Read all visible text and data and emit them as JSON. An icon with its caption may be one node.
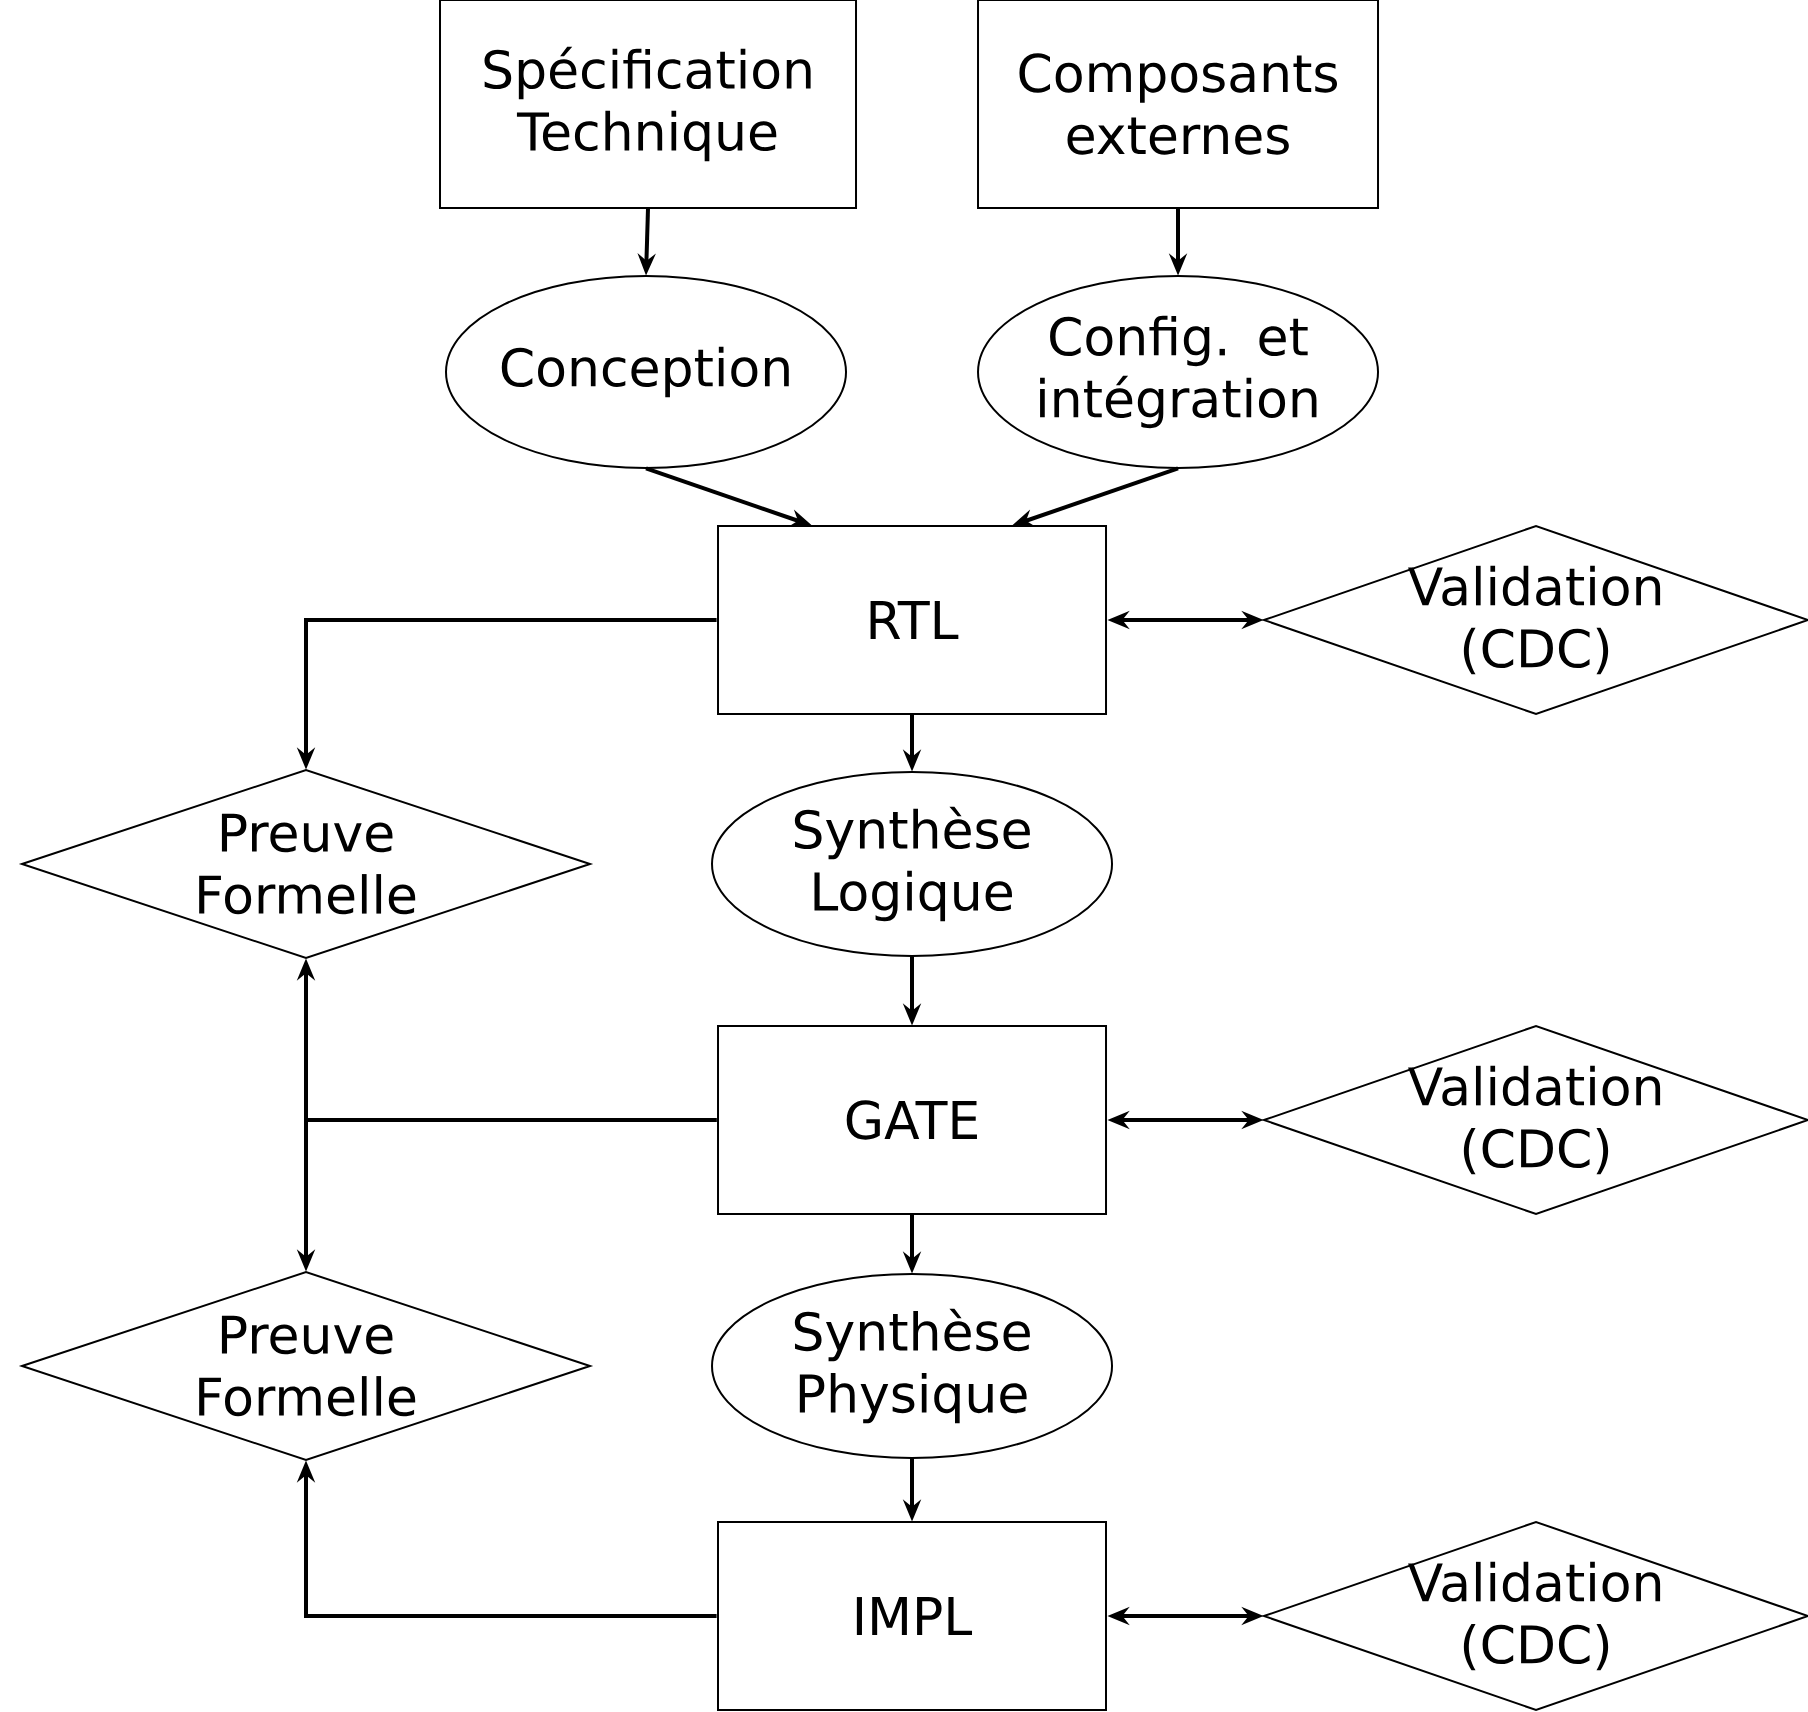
{
  "diagram": {
    "nodes": [
      {
        "text": [
          "Spécification Technique"
        ]
      },
      {
        "text": [
          "Composants externes"
        ]
      },
      {
        "text": [
          "Conception"
        ]
      },
      {
        "text": [
          "Config. et intégration"
        ]
      },
      {
        "text": [
          "RTL"
        ]
      },
      {
        "text": [
          "Validation (CDC)"
        ]
      },
      {
        "text": [
          "Preuve Formelle"
        ]
      },
      {
        "text": [
          "Synthèse Logique"
        ]
      },
      {
        "text": [
          "GATE"
        ]
      },
      {
        "text": [
          "Validation (CDC)"
        ]
      },
      {
        "text": [
          "Preuve Formelle"
        ]
      },
      {
        "text": [
          "Synthèse Physique"
        ]
      },
      {
        "text": [
          "IMPL"
        ]
      },
      {
        "text": [
          "Validation (CDC)"
        ]
      }
    ],
    "edges": [
      {
        "from": 0,
        "to": 2,
        "arrow": "to"
      },
      {
        "from": 1,
        "to": 3,
        "arrow": "to"
      },
      {
        "from": 2,
        "to": 4,
        "arrow": "to"
      },
      {
        "from": 3,
        "to": 4,
        "arrow": "to"
      },
      {
        "from": 4,
        "to": 5,
        "arrow": "both"
      },
      {
        "from": 4,
        "to": 6,
        "arrow": "to"
      },
      {
        "from": 4,
        "to": 7,
        "arrow": "to"
      },
      {
        "from": 7,
        "to": 8,
        "arrow": "to"
      },
      {
        "from": 8,
        "to": 6,
        "arrow": "to"
      },
      {
        "from": 8,
        "to": 10,
        "arrow": "to"
      },
      {
        "from": 8,
        "to": 9,
        "arrow": "both"
      },
      {
        "from": 8,
        "to": 11,
        "arrow": "to"
      },
      {
        "from": 11,
        "to": 12,
        "arrow": "to"
      },
      {
        "from": 12,
        "to": 10,
        "arrow": "to"
      },
      {
        "from": 12,
        "to": 13,
        "arrow": "both"
      }
    ]
  }
}
